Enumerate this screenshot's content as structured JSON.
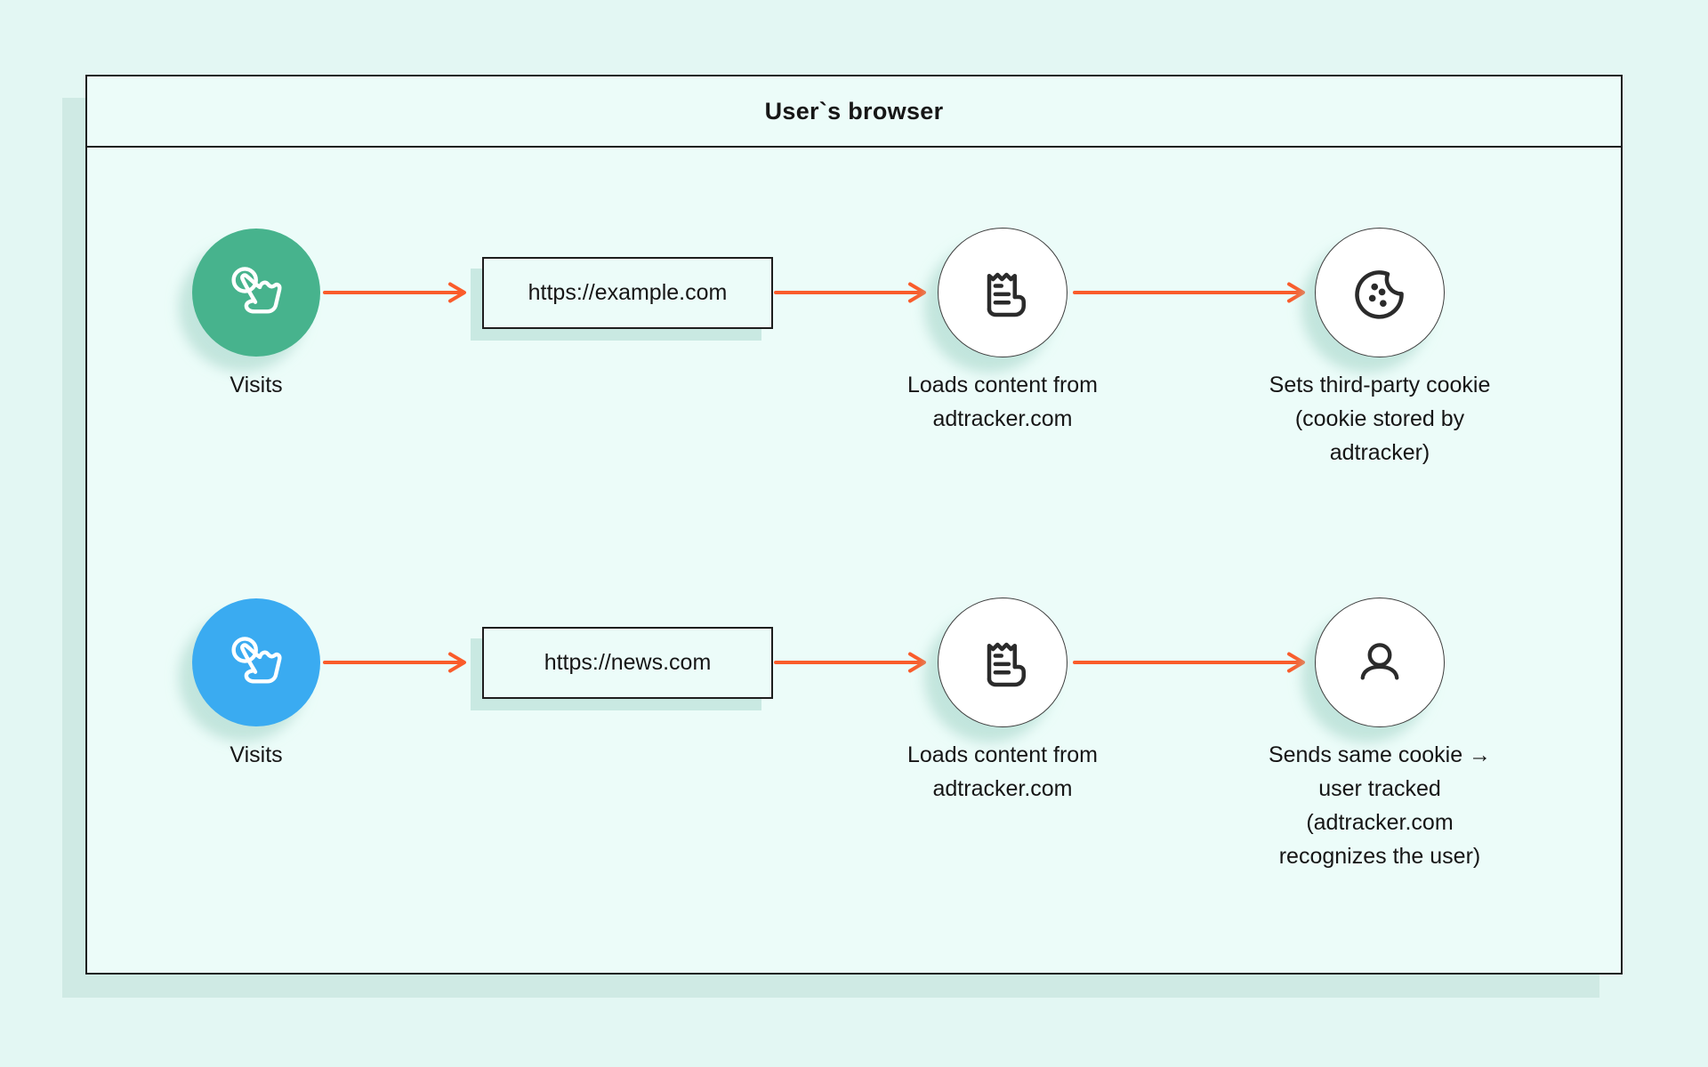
{
  "colors": {
    "page-bg": "#e3f7f3",
    "panel-bg": "#ecfcf9",
    "panel-border": "#1e1e1e",
    "shadow": "#cfeae4",
    "arrow": "#fa5c2b",
    "visit-green": "#47b38d",
    "visit-blue": "#3aabf1",
    "text": "#161616",
    "node-bg": "#ffffff",
    "node-border": "#3f3f3f"
  },
  "panel": {
    "title": "User`s browser"
  },
  "icons": {
    "visit": "tap-icon",
    "loads": "receipt-icon",
    "row1_result": "cookie-icon",
    "row2_result": "user-icon"
  },
  "rows": [
    {
      "visit_label": "Visits",
      "url": "https://example.com",
      "loader_label": "Loads content from\nadtracker.com",
      "result_label": "Sets third-party cookie\n(cookie stored by\nadtracker)"
    },
    {
      "visit_label": "Visits",
      "url": "https://news.com",
      "loader_label": "Loads content from\nadtracker.com",
      "result_label": "Sends same cookie →\nuser tracked\n(adtracker.com\nrecognizes the user)"
    }
  ]
}
